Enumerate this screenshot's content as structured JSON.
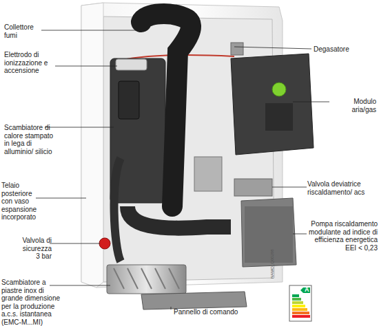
{
  "diagram": {
    "labels": [
      "Collettore fumi",
      "Elettrodo di ionizzazione e accensione",
      "Scambiatore di calore stampato in lega di alluminio/ silicio",
      "Telaio posteriore con vaso espansione incorporato",
      "Valvola di sicurezza 3 bar",
      "Scambiatore a piastre inox di grande dimensione per la produzione a.c.s. istantanea (EMC-M...MI)",
      "Degasatore",
      "Modulo aria/gas",
      "Valvola deviatrice riscaldamento/ acs",
      "Pompa riscaldamento modulante ad indice di efficienza energetica EEI < 0,23",
      "Pannello di comando",
      "NAMO_Q00288",
      "A"
    ]
  }
}
